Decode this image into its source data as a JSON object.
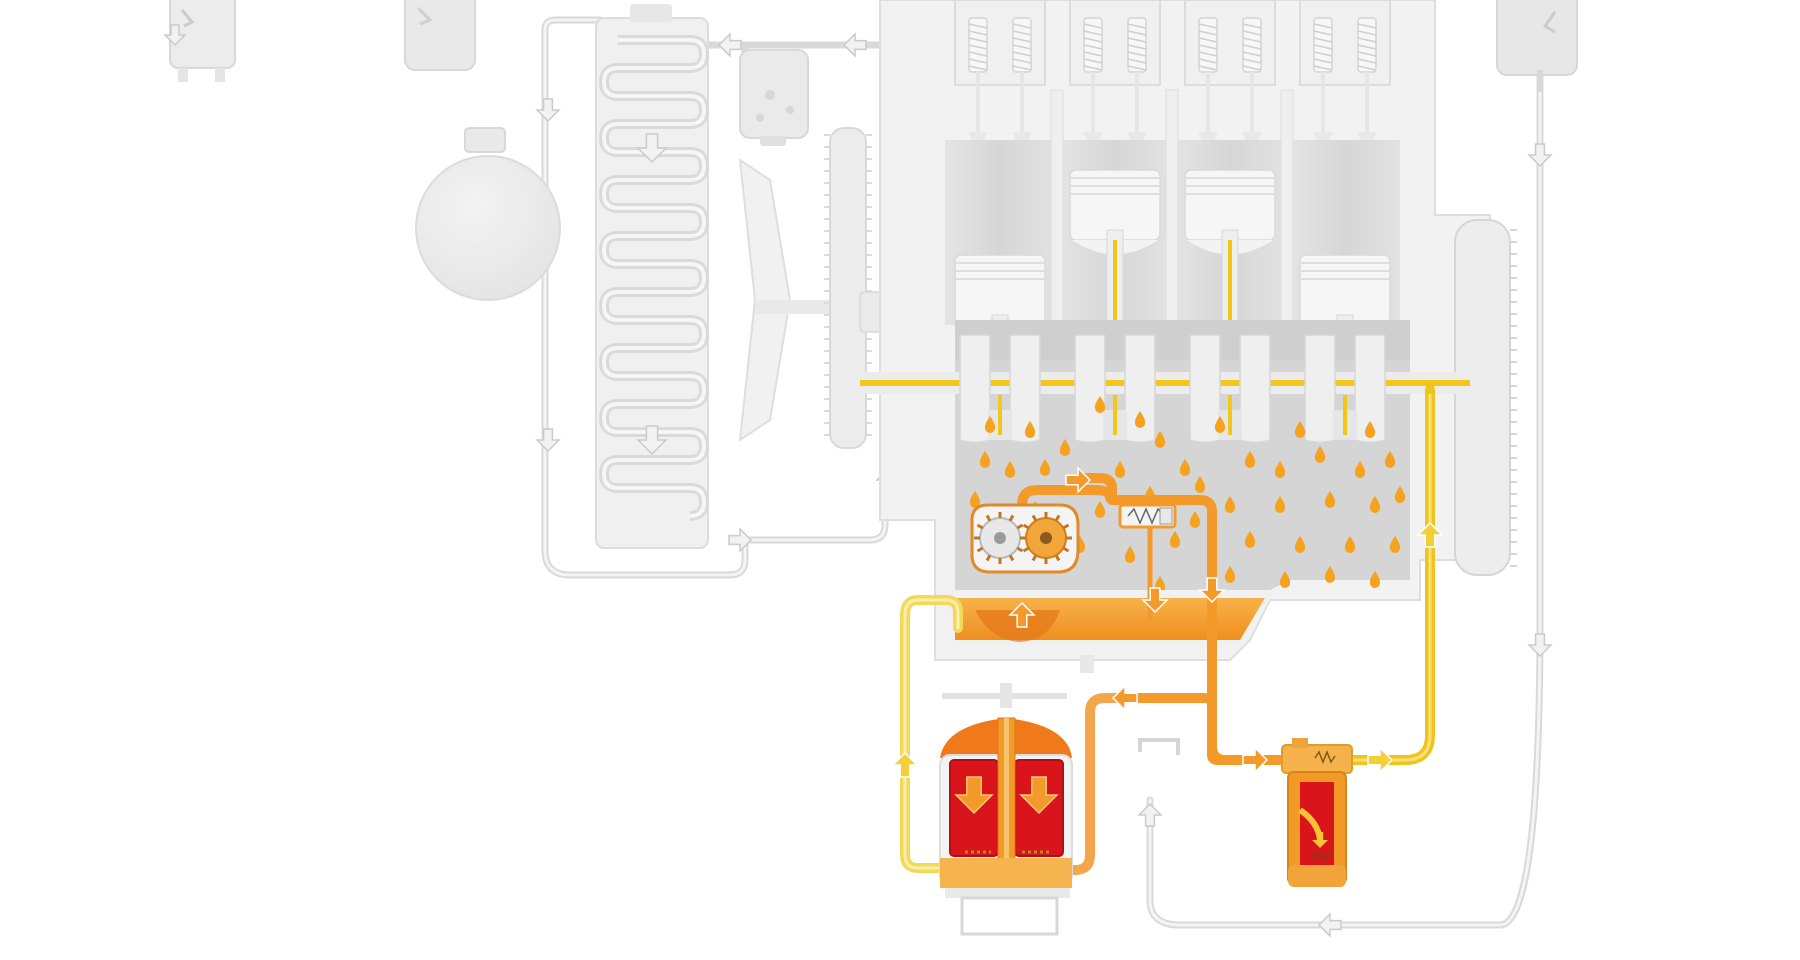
{
  "diagram": {
    "labels": [],
    "colors": {
      "background": "#ffffff",
      "inactive_fill": "#efefef",
      "inactive_stroke": "#dcdcdc",
      "inactive_line": "#cfcfcf",
      "crankcase_gray": "#d2d2d2",
      "oil_pale_yellow": "#f3d95a",
      "oil_yellow": "#f0c419",
      "oil_light_orange": "#f7b24a",
      "oil_orange": "#f39a2a",
      "oil_dark_orange": "#ee7f1a",
      "filter_red": "#d9141b",
      "filter_dark_red": "#b10f14"
    },
    "components": {
      "cooling_system": [
        "radiator",
        "expansion-tank",
        "fan",
        "thermostat",
        "water-pump",
        "coolant-lines"
      ],
      "engine": [
        "cylinder-block",
        "pistons",
        "valves",
        "crankshaft",
        "flywheel"
      ],
      "lubrication_system": [
        "oil-sump",
        "oil-pump",
        "pressure-relief-valve",
        "oil-filter",
        "oil-cooler",
        "oil-lines",
        "oil-droplets"
      ]
    }
  }
}
